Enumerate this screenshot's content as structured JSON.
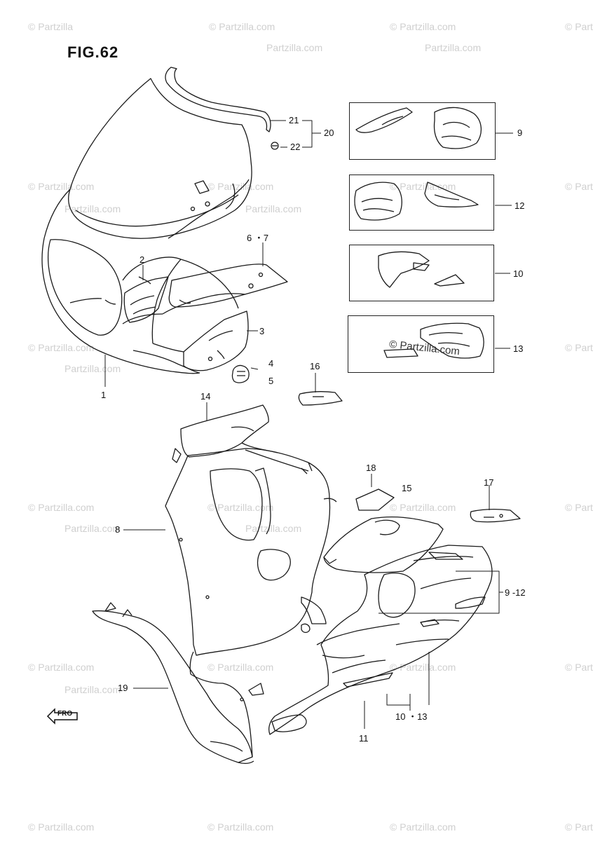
{
  "figure": {
    "title": "FIG.62"
  },
  "watermarks": {
    "short": "© Partzilla",
    "full": "© Partzilla.com",
    "domain": "Partzilla.com",
    "center": "© Partzilla.com"
  },
  "front_indicator": {
    "text": "FRO",
    "icon": "front-arrow-icon"
  },
  "callouts": {
    "c1": "1",
    "c2": "2",
    "c3": "3",
    "c4": "4",
    "c5": "5",
    "c6_7": "6 ・7",
    "c8": "8",
    "c9": "9",
    "c9_12": "9 -12",
    "c10": "10",
    "c10_13": "10 ・13",
    "c11": "11",
    "c12": "12",
    "c13": "13",
    "c14": "14",
    "c15": "15",
    "c16": "16",
    "c17": "17",
    "c18": "18",
    "c19": "19",
    "c20": "20",
    "c21": "21",
    "c22": "22"
  },
  "decal_boxes": [
    {
      "callout": "9"
    },
    {
      "callout": "12"
    },
    {
      "callout": "10"
    },
    {
      "callout": "13"
    }
  ]
}
